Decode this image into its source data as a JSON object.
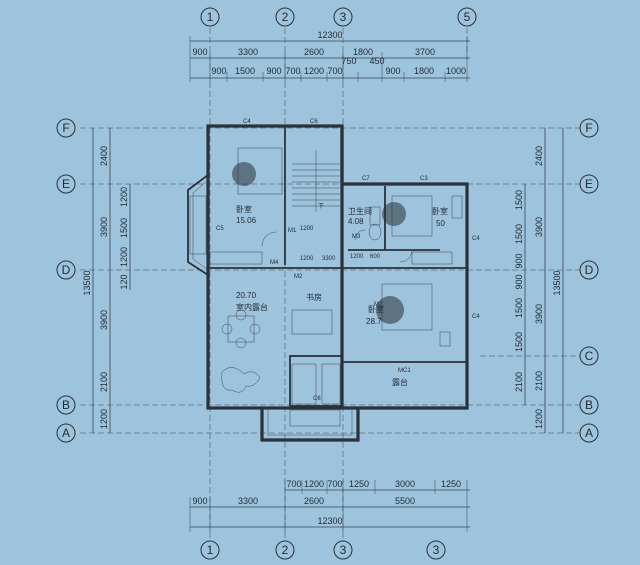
{
  "axis_bubbles_top": [
    "1",
    "2",
    "3",
    "5"
  ],
  "axis_bubbles_bottom": [
    "1",
    "2",
    "3",
    "3"
  ],
  "axis_bubbles_left": [
    "F",
    "E",
    "D",
    "B",
    "A"
  ],
  "axis_bubbles_right": [
    "F",
    "E",
    "D",
    "C",
    "B",
    "A"
  ],
  "top_dims": {
    "total": "12300",
    "row1": [
      "900",
      "3300",
      "2600",
      "1800",
      "3700"
    ],
    "row2": [
      "900",
      "1500",
      "900",
      "700",
      "1200",
      "700",
      "750",
      "450",
      "900",
      "1800",
      "1000"
    ]
  },
  "bottom_dims": {
    "row1": [
      "700",
      "1200",
      "700",
      "1250",
      "3000",
      "1250"
    ],
    "row2": [
      "900",
      "3300",
      "2600",
      "5500"
    ],
    "total": "12300"
  },
  "left_dims": {
    "total": "13500",
    "outer": [
      "2400",
      "3900",
      "3900",
      "2100",
      "1200"
    ],
    "inner": [
      "1200",
      "1500",
      "1200",
      "120"
    ]
  },
  "right_dims": {
    "total": "13500",
    "outer": [
      "2400",
      "3900",
      "3900",
      "2100",
      "1200"
    ],
    "inner": [
      "1500",
      "1500",
      "900",
      "900",
      "1500",
      "1500",
      "2100"
    ]
  },
  "rooms": {
    "bedroom_left": {
      "name": "卧室",
      "area": "15.06"
    },
    "bedroom_right": {
      "name": "卧室",
      "area": "50"
    },
    "bathroom": {
      "name": "卫生间",
      "area": "4.08"
    },
    "master_bedroom": {
      "name": "卧室",
      "area": "28.7"
    },
    "family_hall": {
      "area": "20.70",
      "name": "室内露台"
    },
    "study": {
      "name": "书房"
    },
    "balcony": {
      "name": "露台"
    }
  },
  "labels": {
    "c4_top": "C4",
    "c6_top": "C6",
    "c7": "C7",
    "c3": "C3",
    "c5": "C5",
    "c4_side": "C4",
    "c4_side2": "C4",
    "m1": "M1",
    "m2": "M2",
    "m2b": "M2",
    "m3": "M3",
    "m4": "M4",
    "c6_bottom": "C6",
    "mc1": "MC1",
    "down": "下",
    "d1200": "1200",
    "d1200b": "1200",
    "d3300": "3300",
    "d1200c": "1200",
    "d600": "600"
  }
}
